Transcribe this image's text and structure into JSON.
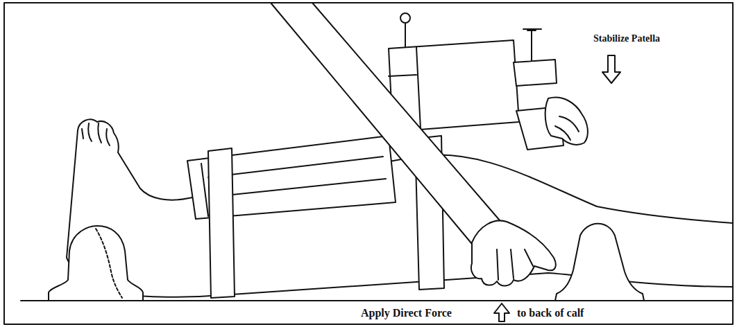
{
  "diagram": {
    "labels": [
      "Stabilize Patella",
      "Apply Direct Force",
      "to back of calf"
    ]
  }
}
